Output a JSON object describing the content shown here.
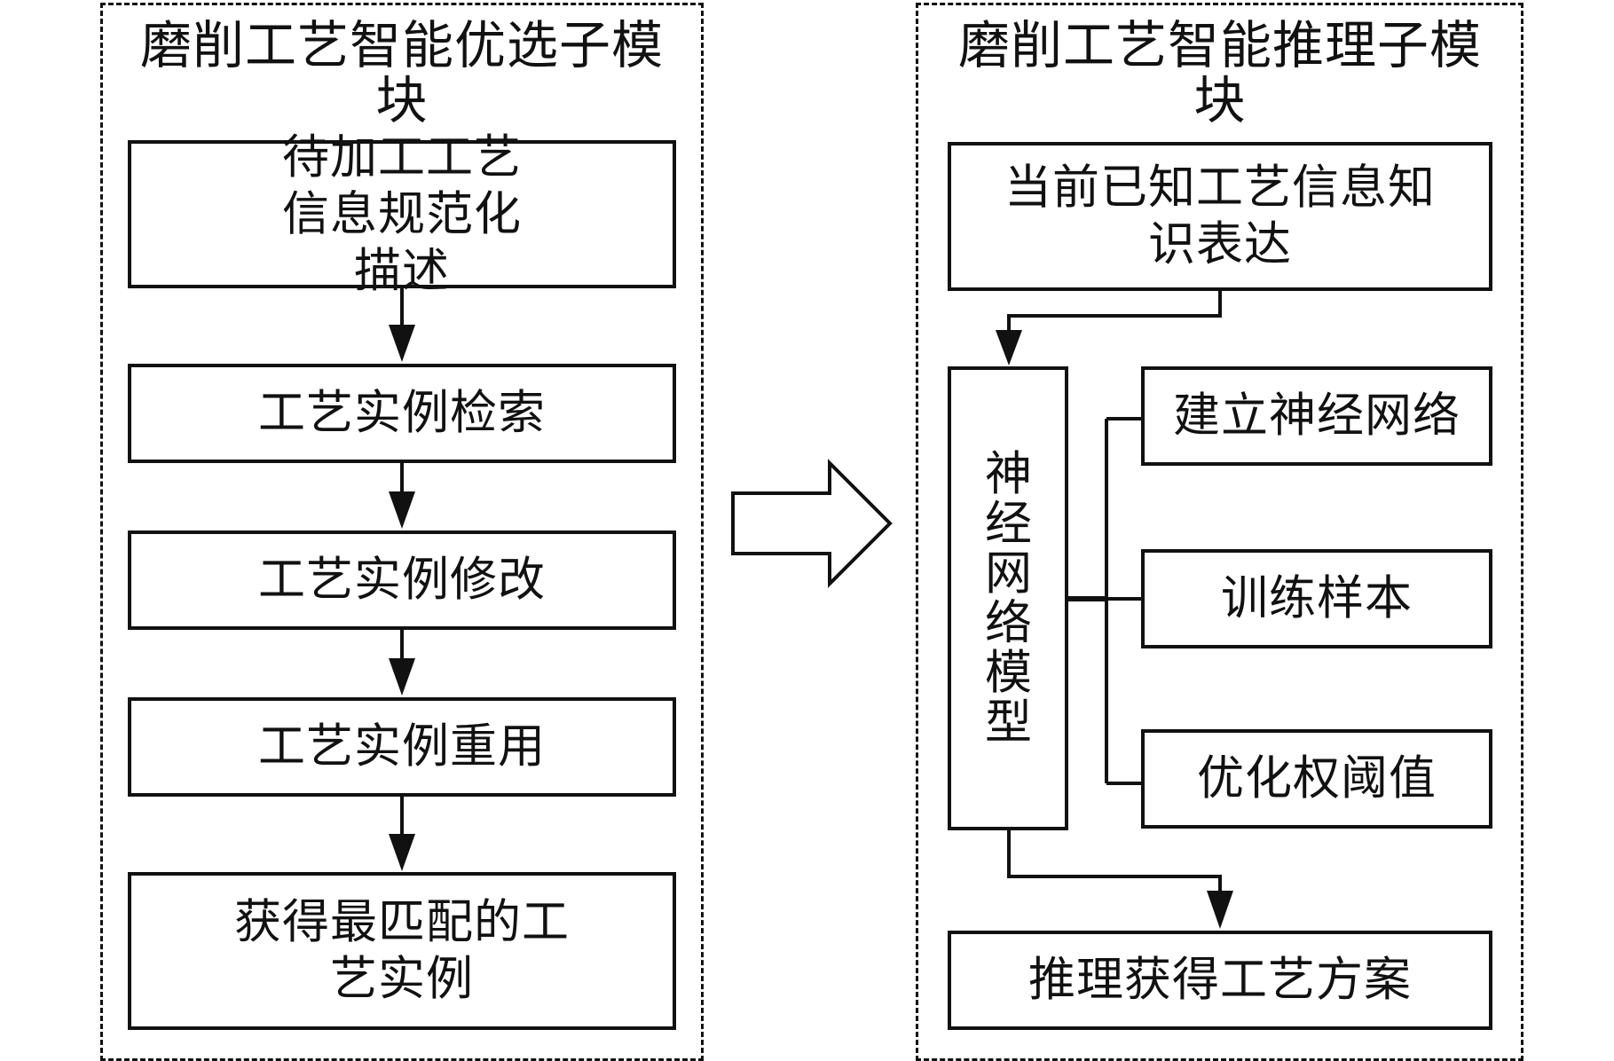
{
  "left_module": {
    "title": "磨削工艺智能优选子模块",
    "steps": [
      "待加工工艺信息规范化描述",
      "工艺实例检索",
      "工艺实例修改",
      "工艺实例重用",
      "获得最匹配的工艺实例"
    ]
  },
  "right_module": {
    "title": "磨削工艺智能推理子模块",
    "input_box": "当前已知工艺信息知识表达",
    "model_box": "神经网络模型",
    "branches": [
      "建立神经网络",
      "训练样本",
      "优化权阈值"
    ],
    "output_box": "推理获得工艺方案"
  }
}
